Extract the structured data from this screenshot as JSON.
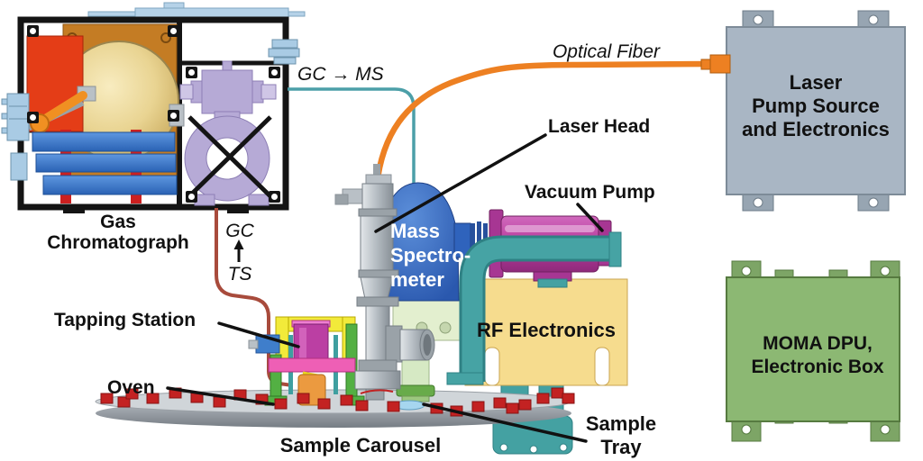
{
  "labels": {
    "gas_chromatograph": "Gas\nChromatograph",
    "gc_to_ms": "GC → MS",
    "gc_short": "GC",
    "ts_short": "TS",
    "optical_fiber": "Optical Fiber",
    "laser_head": "Laser Head",
    "vacuum_pump": "Vacuum Pump",
    "mass_spectrometer": "Mass\nSpectro-\nmeter",
    "rf_electronics": "RF Electronics",
    "laser_pump_source": "Laser\nPump Source\nand Electronics",
    "moma_dpu": "MOMA DPU,\nElectronic Box",
    "tapping_station": "Tapping Station",
    "oven": "Oven",
    "sample_carousel": "Sample Carousel",
    "sample_tray": "Sample\nTray"
  },
  "colors": {
    "optical_fiber_line": "#ED8022",
    "gc_ms_line": "#4C9FA8",
    "gc_ts_line": "#A84B3C",
    "mass_spectrometer_blue": "#2F63BC",
    "vacuum_pump_magenta": "#B83A9B",
    "pipe_teal": "#44A1A2",
    "rf_electronics_yellow": "#F6DC8E",
    "laser_pump_box_gray": "#A9B6C4",
    "moma_dpu_green": "#8CB873",
    "carousel_gray": "#AEB4BA",
    "sample_cube_red": "#C32222",
    "label_black": "#111111"
  }
}
